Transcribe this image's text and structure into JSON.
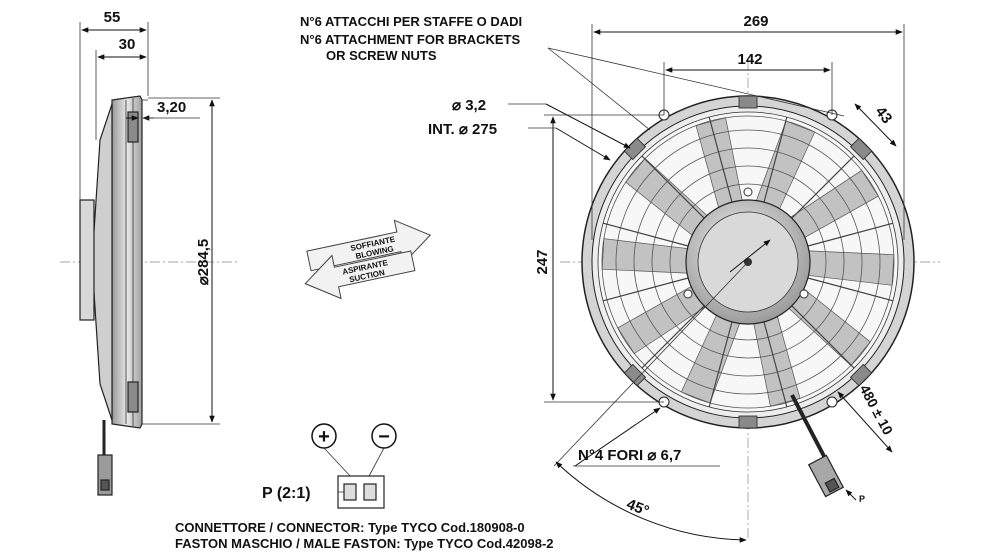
{
  "side_view": {
    "dim_depth_total": "55",
    "dim_depth_body": "30",
    "dim_flange": "3,20",
    "dim_diameter": "⌀284,5"
  },
  "airflow": {
    "blowing_it": "SOFFIANTE",
    "blowing_en": "BLOWING",
    "suction_it": "ASPIRANTE",
    "suction_en": "SUCTION"
  },
  "front_view": {
    "attach_note_line1": "N°6 ATTACCHI PER STAFFE O DADI",
    "attach_note_line2": "N°6 ATTACHMENT FOR BRACKETS",
    "attach_note_line3": "OR SCREW NUTS",
    "dim_hole": "⌀ 3,2",
    "dim_int": "INT. ⌀ 275",
    "dim_width_total": "269",
    "dim_width_mount": "142",
    "dim_height": "247",
    "dim_43": "43",
    "dim_cable": "480 ± 10",
    "mount_holes": "N°4 FORI ⌀ 6,7",
    "angle": "45°",
    "detail_ref": "P"
  },
  "connector": {
    "plus_symbol": "+",
    "minus_symbol": "−",
    "detail_label": "P (2:1)",
    "connector_line": "CONNETTORE / CONNECTOR: Type TYCO Cod.180908-0",
    "faston_line": "FASTON MASCHIO / MALE FASTON: Type TYCO Cod.42098-2"
  },
  "colors": {
    "line": "#111111",
    "fill_light": "#e6e6e6",
    "fill_mid": "#bdbdbd",
    "fill_dark": "#7a7a7a"
  }
}
